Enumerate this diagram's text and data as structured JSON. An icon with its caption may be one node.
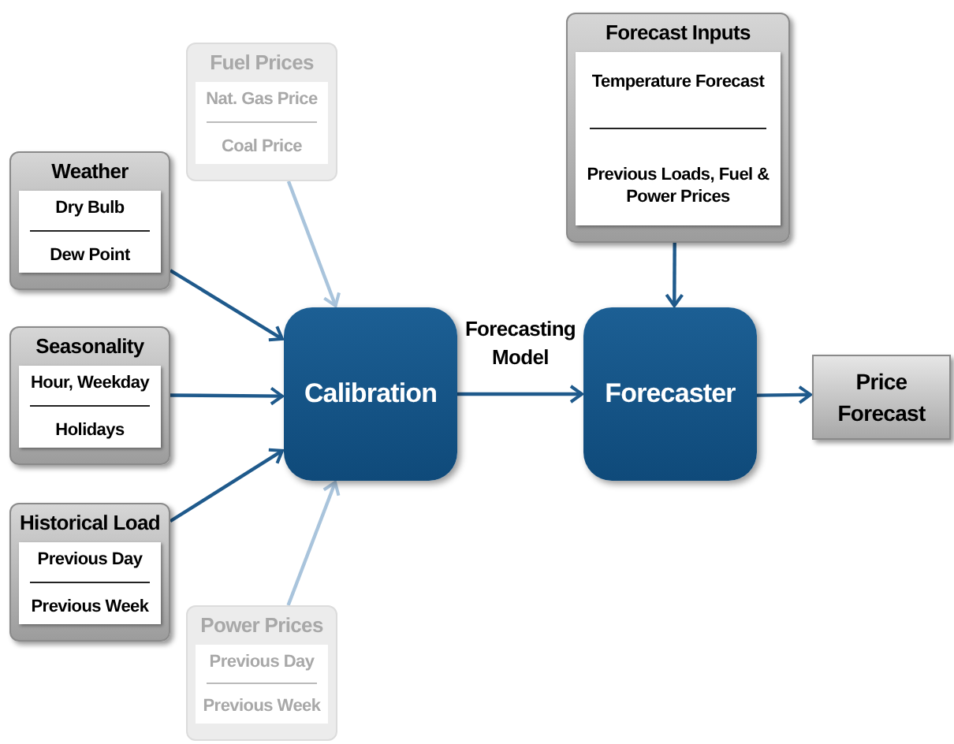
{
  "diagram": {
    "nodes": [
      {
        "text": [
          "Fuel Prices"
        ]
      },
      {
        "text": [
          "Nat. Gas Price",
          "Coal Price"
        ],
        "in": 0
      },
      {
        "text": [
          "Weather"
        ]
      },
      {
        "text": [
          "Dry Bulb",
          "Dew Point"
        ],
        "in": 2
      },
      {
        "text": [
          "Seasonality"
        ]
      },
      {
        "text": [
          "Hour, Weekday",
          "Holidays"
        ],
        "in": 4
      },
      {
        "text": [
          "Historical Load"
        ]
      },
      {
        "text": [
          "Previous Day",
          "Previous Week"
        ],
        "in": 6
      },
      {
        "text": [
          "Power Prices"
        ]
      },
      {
        "text": [
          "Previous Day",
          "Previous Week"
        ],
        "in": 8
      },
      {
        "text": [
          "Calibration"
        ]
      },
      {
        "text": [
          "Forecast Inputs"
        ]
      },
      {
        "text": [
          "Temperature Forecast",
          "Previous Loads, Fuel & Power Prices"
        ],
        "in": 11
      },
      {
        "text": [
          "Forecaster"
        ]
      },
      {
        "text": [
          "Price Forecast"
        ]
      }
    ],
    "edges": [
      {
        "from": 0,
        "to": 10,
        "arrow": "to",
        "color": "#a9c4dc"
      },
      {
        "from": 2,
        "to": 10,
        "arrow": "to"
      },
      {
        "from": 4,
        "to": 10,
        "arrow": "to"
      },
      {
        "from": 6,
        "to": 10,
        "arrow": "to"
      },
      {
        "from": 8,
        "to": 10,
        "arrow": "to",
        "color": "#a9c4dc"
      },
      {
        "from": 10,
        "to": 13,
        "arrow": "to",
        "label": "Forecasting Model"
      },
      {
        "from": 11,
        "to": 13,
        "arrow": "to"
      },
      {
        "from": 13,
        "to": 14,
        "arrow": "to"
      }
    ]
  }
}
